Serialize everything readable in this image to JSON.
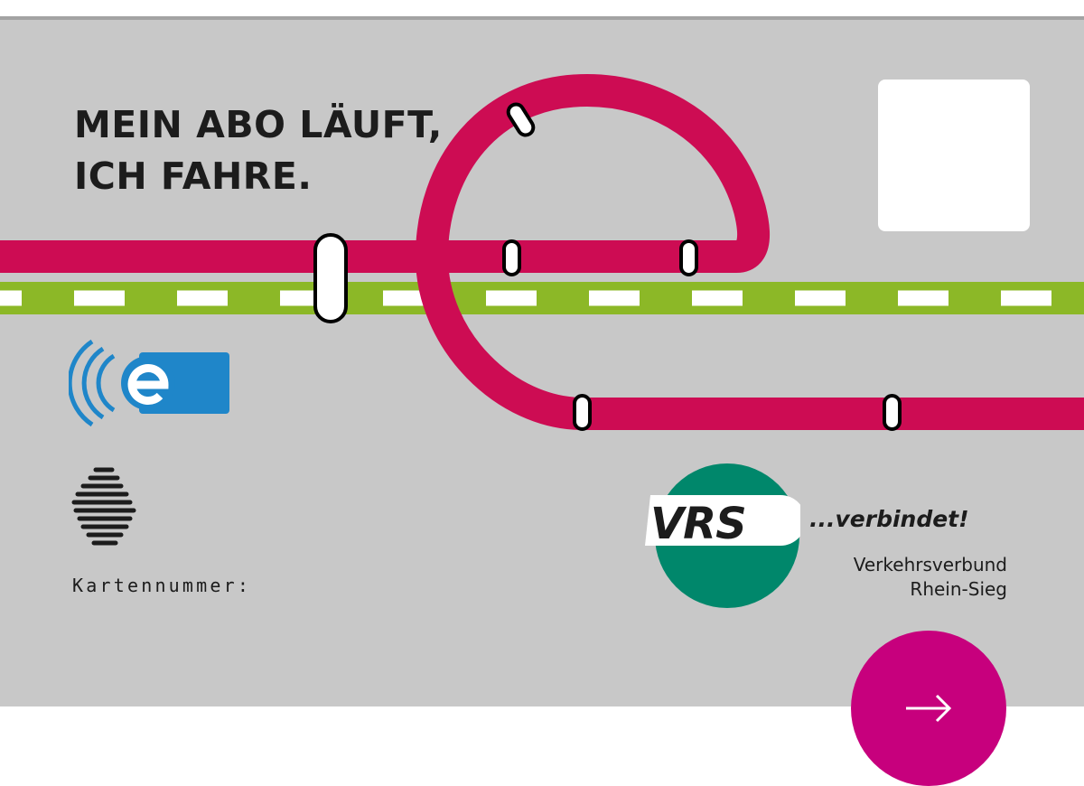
{
  "card": {
    "headline_line1": "MEIN ABO LÄUFT,",
    "headline_line2": "ICH FAHRE.",
    "card_number_label": "Kartennummer:",
    "icons": [
      "eticket-icon",
      "fingerprint-icon",
      "photo-placeholder"
    ]
  },
  "brand": {
    "logo_text": "VRS",
    "slogan": "...verbindet!",
    "org_line1": "Verkehrsverbund",
    "org_line2": "Rhein-Sieg"
  },
  "next_button": {
    "icon": "arrow-right-icon"
  },
  "colors": {
    "card_background": "#c8c8c8",
    "magenta_line": "#cd0c53",
    "green_line": "#8cb827",
    "eticket_blue": "#1f86c9",
    "vrs_teal": "#00876b",
    "button": "#c7007d"
  }
}
